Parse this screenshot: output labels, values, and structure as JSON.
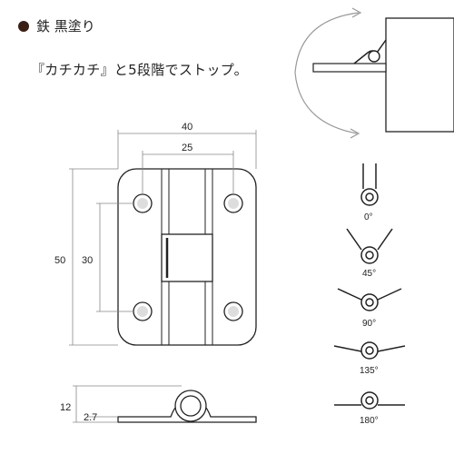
{
  "title": "鉄 黒塗り",
  "subtitle": "『カチカチ』と5段階でストップ。",
  "dimensions": {
    "width_outer": "40",
    "width_inner": "25",
    "height_outer": "50",
    "height_inner": "30",
    "thickness": "12",
    "plate": "2.7"
  },
  "angles": [
    "0°",
    "45°",
    "90°",
    "135°",
    "180°"
  ]
}
